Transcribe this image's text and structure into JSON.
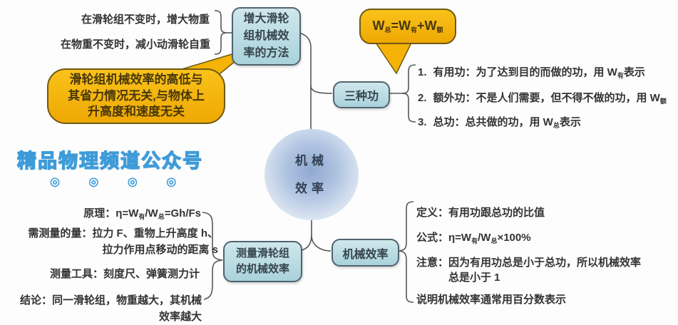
{
  "colors": {
    "node_fill": "#aed6de",
    "node_border": "#4f6470",
    "bubble_fill": "#f5b307",
    "bubble_border": "#6e5a13",
    "wire": "#565656",
    "body_text": "#333333",
    "watermark_blue": "#3f9bd8",
    "sphere_blue": "#8fa8d0"
  },
  "center_node": {
    "label": "机械\n效率"
  },
  "increase_branch": {
    "node_label": "增大滑轮\n组机械效\n率的方法",
    "method_1": "在滑轮组不变时，增大物重",
    "method_2": "在物重不变时，减小动滑轮自重",
    "note_bubble": "滑轮组机械效率的高低与\n其省力情况无关,与物体上\n升高度和速度无关"
  },
  "three_works_branch": {
    "node_label": "三种功",
    "formula_bubble_segs": [
      {
        "t": "W"
      },
      {
        "t": "总",
        "sub": true
      },
      {
        "t": "=W"
      },
      {
        "t": "有",
        "sub": true
      },
      {
        "t": "+W"
      },
      {
        "t": "额",
        "sub": true
      }
    ],
    "items": [
      {
        "num": "1.",
        "segs": [
          {
            "t": "有用功：为了达到目的而做的功，用 W"
          },
          {
            "t": "有",
            "sub": true
          },
          {
            "t": "表示"
          }
        ]
      },
      {
        "num": "2.",
        "segs": [
          {
            "t": "额外功：不是人们需要，但不得不做的功，用 W"
          },
          {
            "t": "额",
            "sub": true
          }
        ]
      },
      {
        "num": "3.",
        "segs": [
          {
            "t": "总功：总共做的功，用 W"
          },
          {
            "t": "总",
            "sub": true
          },
          {
            "t": "表示"
          }
        ]
      }
    ]
  },
  "efficiency_branch": {
    "node_label": "机械效率",
    "definition": "定义：有用功跟总功的比值",
    "formula_segs": [
      {
        "t": "公式：η=W"
      },
      {
        "t": "有",
        "sub": true
      },
      {
        "t": "/W"
      },
      {
        "t": "总",
        "sub": true
      },
      {
        "t": "×100%"
      }
    ],
    "note_line1": "注意：因为有用功总是小于总功，所以机械效率",
    "note_line2": "总是小于 1",
    "remark": "说明机械效率通常用百分数表示"
  },
  "measure_branch": {
    "node_label": "测量滑轮组\n的机械效率",
    "principle_segs": [
      {
        "t": "原理：η=W"
      },
      {
        "t": "有",
        "sub": true
      },
      {
        "t": "/W"
      },
      {
        "t": "总",
        "sub": true
      },
      {
        "t": "=Gh/Fs"
      }
    ],
    "quantities": "需测量的量：拉力 F、重物上升高度 h、\n拉力作用点移动的距离 s",
    "tools": "测量工具：刻度尺、弹簧测力计",
    "conclusion": "结论：同一滑轮组，物重越大，其机械\n效率越大"
  },
  "watermark": {
    "text": "精品物理频道公众号",
    "dots": "◎ ◎ ◎ ◎"
  }
}
